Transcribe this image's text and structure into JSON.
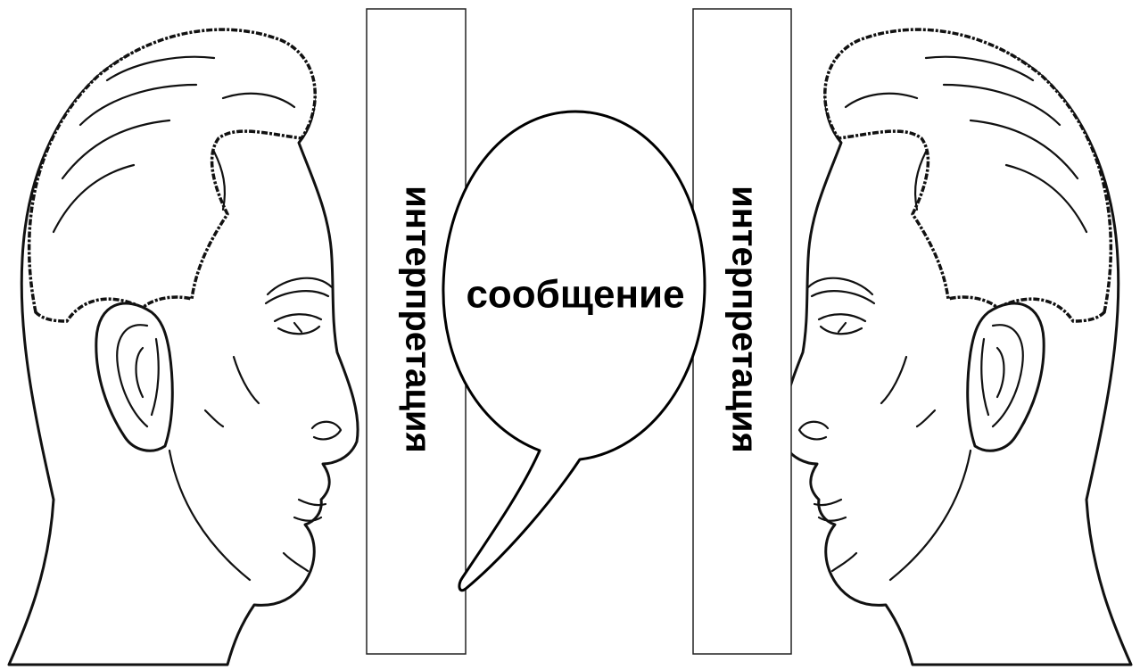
{
  "diagram": {
    "message_label": "сообщение",
    "left_panel_label": "интерпретация",
    "right_panel_label": "интерпретация",
    "left_figure": "head-profile-facing-right",
    "right_figure": "head-profile-facing-left"
  },
  "colors": {
    "ink": "#000000",
    "background": "#ffffff"
  }
}
